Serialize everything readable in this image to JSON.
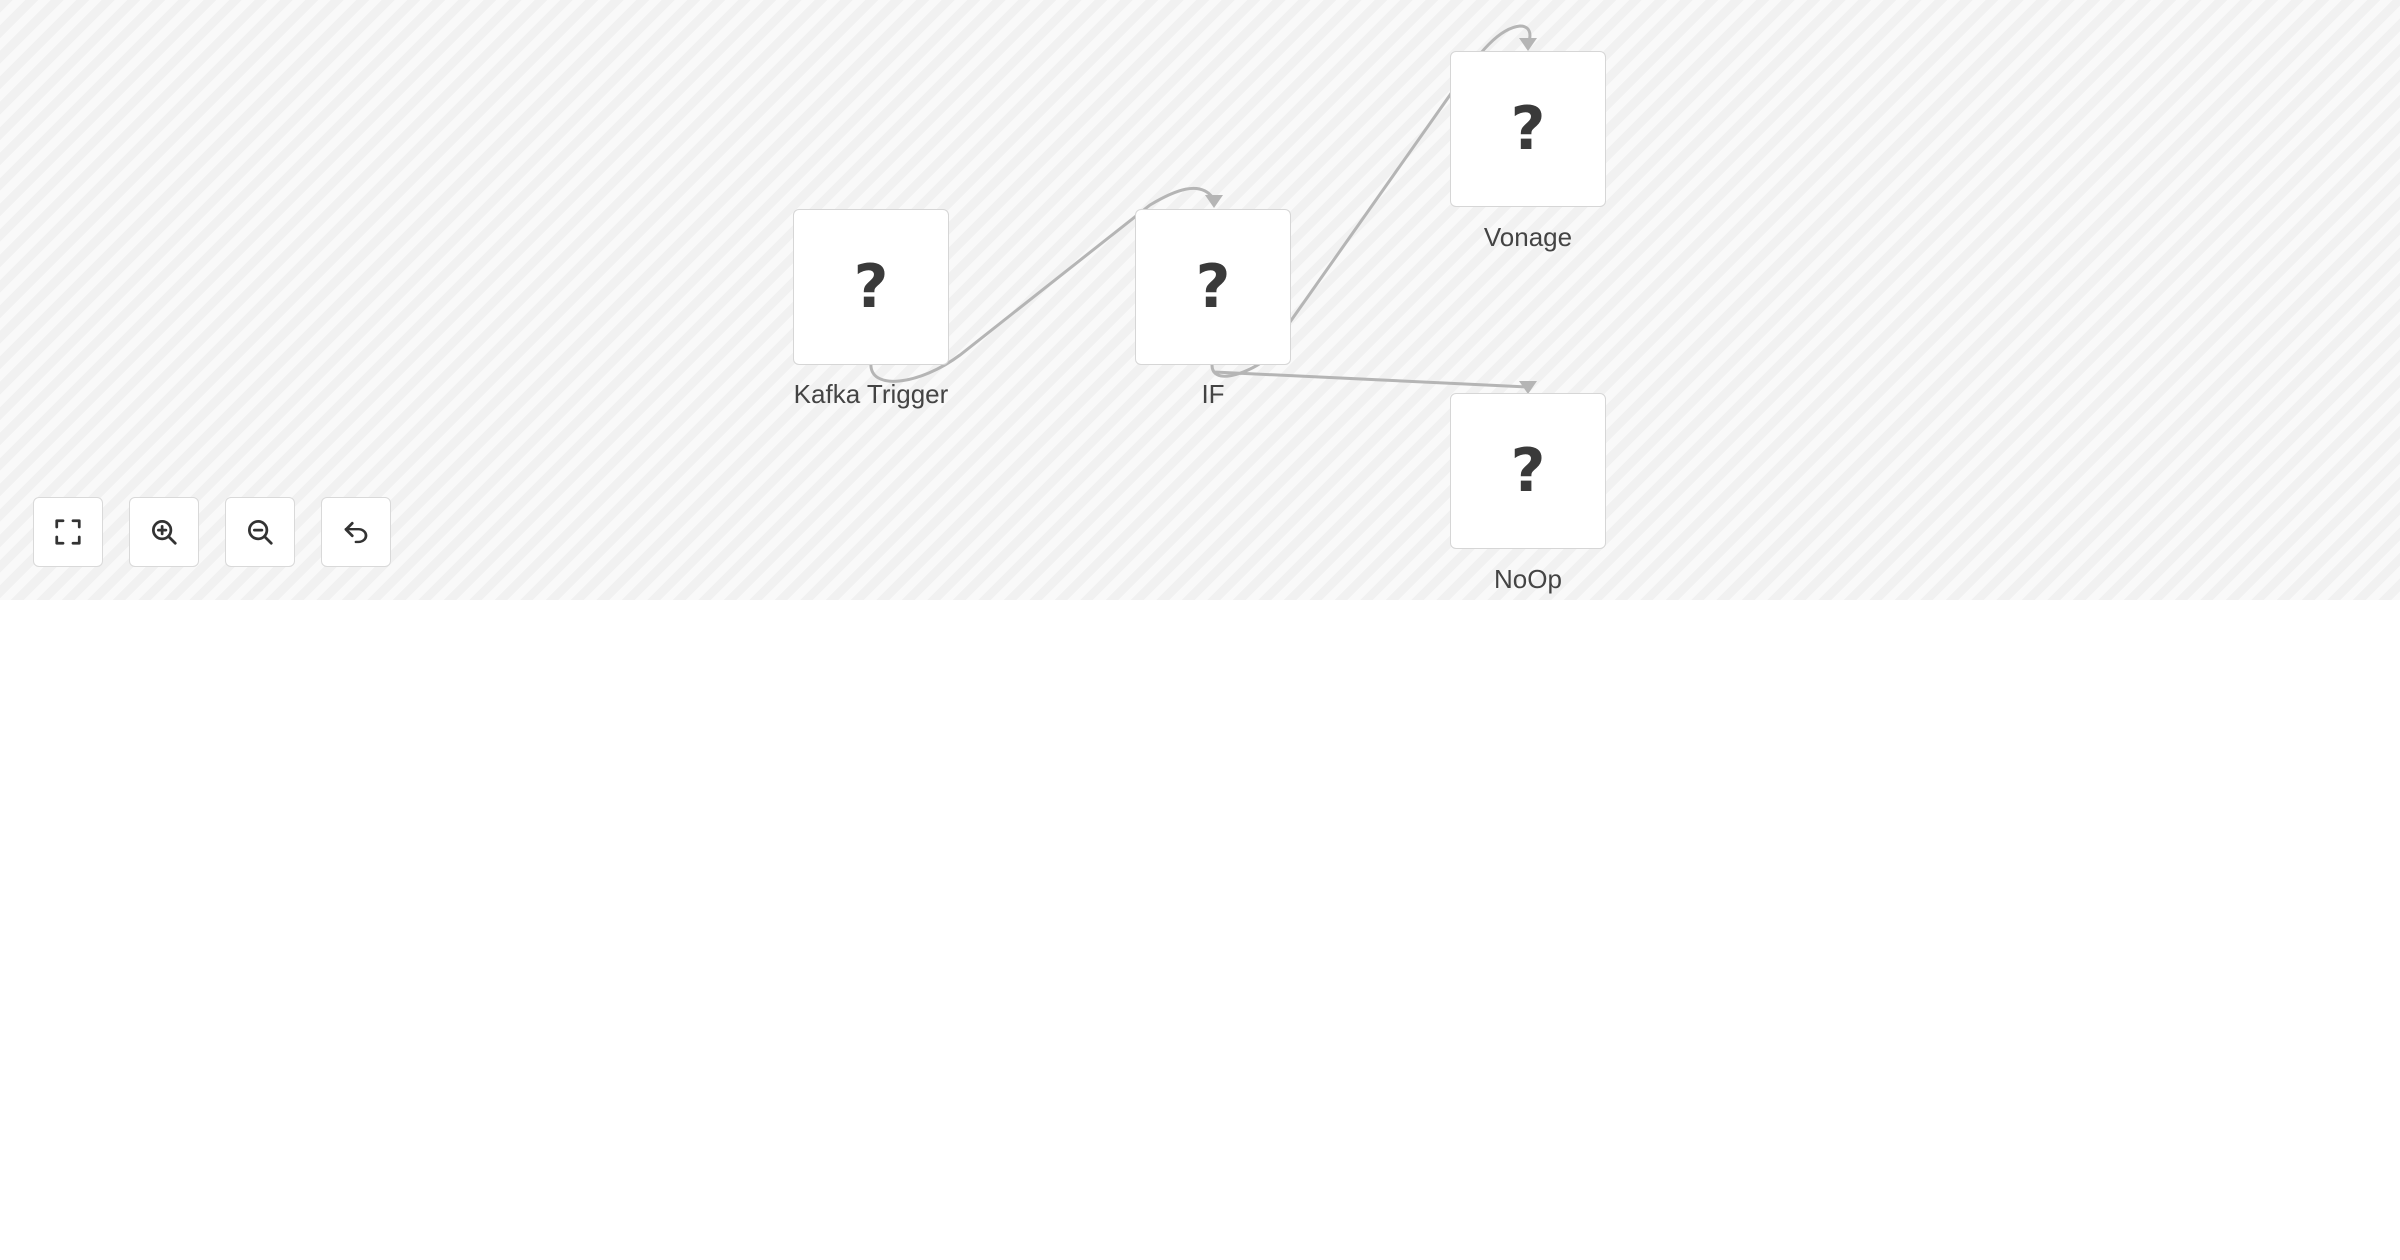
{
  "canvas": {
    "nodes": [
      {
        "id": "kafka",
        "label": "Kafka Trigger",
        "icon": "?"
      },
      {
        "id": "if",
        "label": "IF",
        "icon": "?"
      },
      {
        "id": "vonage",
        "label": "Vonage",
        "icon": "?"
      },
      {
        "id": "noop",
        "label": "NoOp",
        "icon": "?"
      }
    ],
    "connections": [
      {
        "from": "Kafka Trigger",
        "to": "IF"
      },
      {
        "from": "IF",
        "to": "Vonage"
      },
      {
        "from": "IF",
        "to": "NoOp"
      }
    ]
  },
  "controls": [
    {
      "name": "zoom-to-fit",
      "icon": "fullscreen-icon"
    },
    {
      "name": "zoom-in",
      "icon": "zoom-in-icon"
    },
    {
      "name": "zoom-out",
      "icon": "zoom-out-icon"
    },
    {
      "name": "reset-zoom",
      "icon": "undo-icon"
    }
  ],
  "colors": {
    "canvas_bg": "#f6f6f6",
    "edge": "#b5b5b5",
    "node_border": "#d6d6d6",
    "text": "#444444"
  }
}
